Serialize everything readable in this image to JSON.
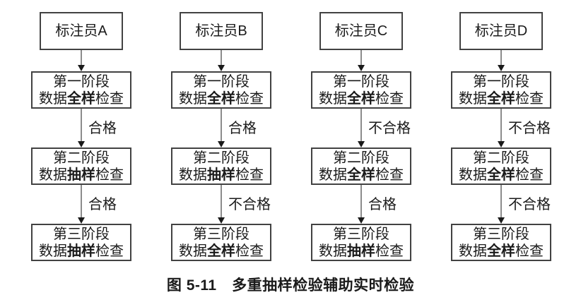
{
  "figure": {
    "caption": "图 5-11　多重抽样检验辅助实时检验"
  },
  "colors": {
    "background": "#ffffff",
    "box_border": "#424242",
    "text": "#1a1a1a"
  },
  "columns": [
    {
      "annotator": "标注员A",
      "stages": [
        {
          "title": "第一阶段",
          "prefix": "数据",
          "mode": "全样",
          "suffix": "检查"
        },
        {
          "title": "第二阶段",
          "prefix": "数据",
          "mode": "抽样",
          "suffix": "检查"
        },
        {
          "title": "第三阶段",
          "prefix": "数据",
          "mode": "抽样",
          "suffix": "检查"
        }
      ],
      "edge_labels": [
        "合格",
        "合格"
      ]
    },
    {
      "annotator": "标注员B",
      "stages": [
        {
          "title": "第一阶段",
          "prefix": "数据",
          "mode": "全样",
          "suffix": "检查"
        },
        {
          "title": "第二阶段",
          "prefix": "数据",
          "mode": "抽样",
          "suffix": "检查"
        },
        {
          "title": "第三阶段",
          "prefix": "数据",
          "mode": "全样",
          "suffix": "检查"
        }
      ],
      "edge_labels": [
        "合格",
        "不合格"
      ]
    },
    {
      "annotator": "标注员C",
      "stages": [
        {
          "title": "第一阶段",
          "prefix": "数据",
          "mode": "全样",
          "suffix": "检查"
        },
        {
          "title": "第二阶段",
          "prefix": "数据",
          "mode": "全样",
          "suffix": "检查"
        },
        {
          "title": "第三阶段",
          "prefix": "数据",
          "mode": "抽样",
          "suffix": "检查"
        }
      ],
      "edge_labels": [
        "不合格",
        "合格"
      ]
    },
    {
      "annotator": "标注员D",
      "stages": [
        {
          "title": "第一阶段",
          "prefix": "数据",
          "mode": "全样",
          "suffix": "检查"
        },
        {
          "title": "第二阶段",
          "prefix": "数据",
          "mode": "全样",
          "suffix": "检查"
        },
        {
          "title": "第三阶段",
          "prefix": "数据",
          "mode": "全样",
          "suffix": "检查"
        }
      ],
      "edge_labels": [
        "不合格",
        "不合格"
      ]
    }
  ]
}
